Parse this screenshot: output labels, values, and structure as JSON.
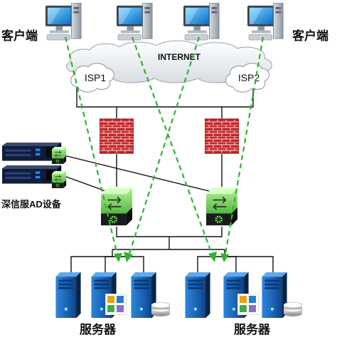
{
  "labels": {
    "clients_left": "客户端",
    "clients_right": "客户端",
    "internet": "INTERNET",
    "isp1": "ISP1",
    "isp2": "ISP2",
    "ad_device": "深信服AD设备",
    "servers_left": "服务器",
    "servers_right": "服务器"
  },
  "colors": {
    "dashed_path": "#2db52d",
    "links": "#111111",
    "firewall": "#c3272b",
    "switch": "#5cc04a",
    "server_blue": "#1e6fc4",
    "monitor": "#1c8fe6"
  }
}
